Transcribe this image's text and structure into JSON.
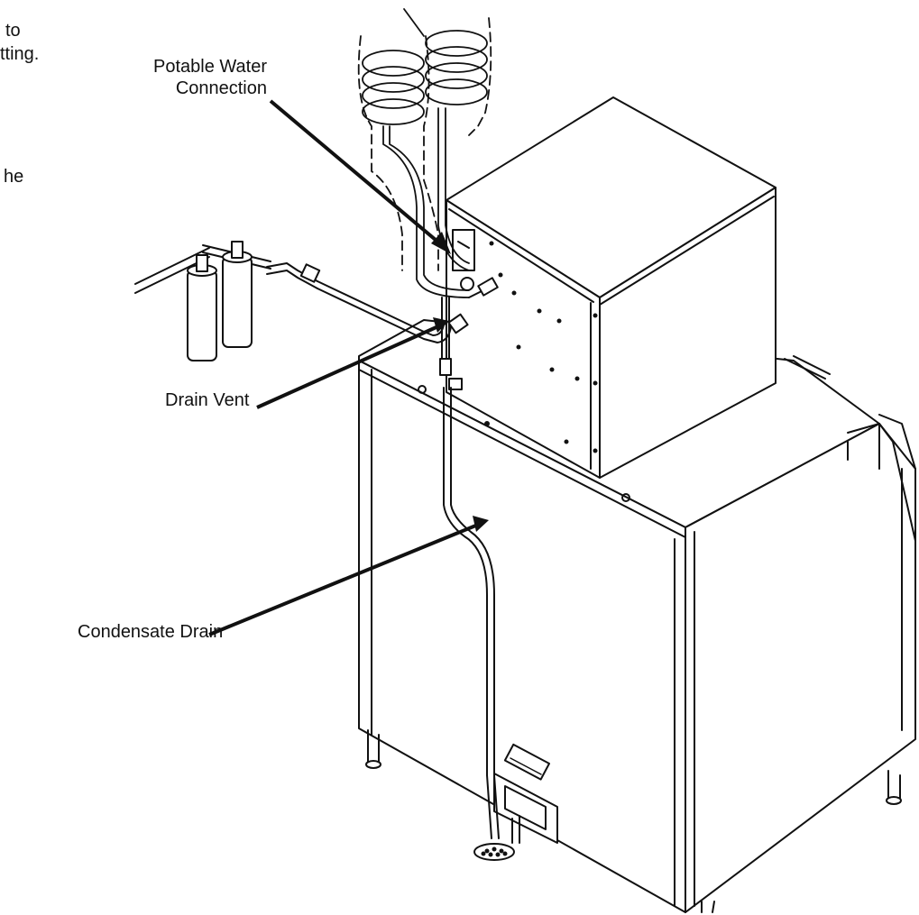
{
  "fragments": {
    "line1": "to",
    "line2": "tting.",
    "line3": "he"
  },
  "callouts": {
    "potable_line1": "Potable Water",
    "potable_line2": "Connection",
    "drain_vent": "Drain Vent",
    "condensate_drain": "Condensate Drain"
  }
}
